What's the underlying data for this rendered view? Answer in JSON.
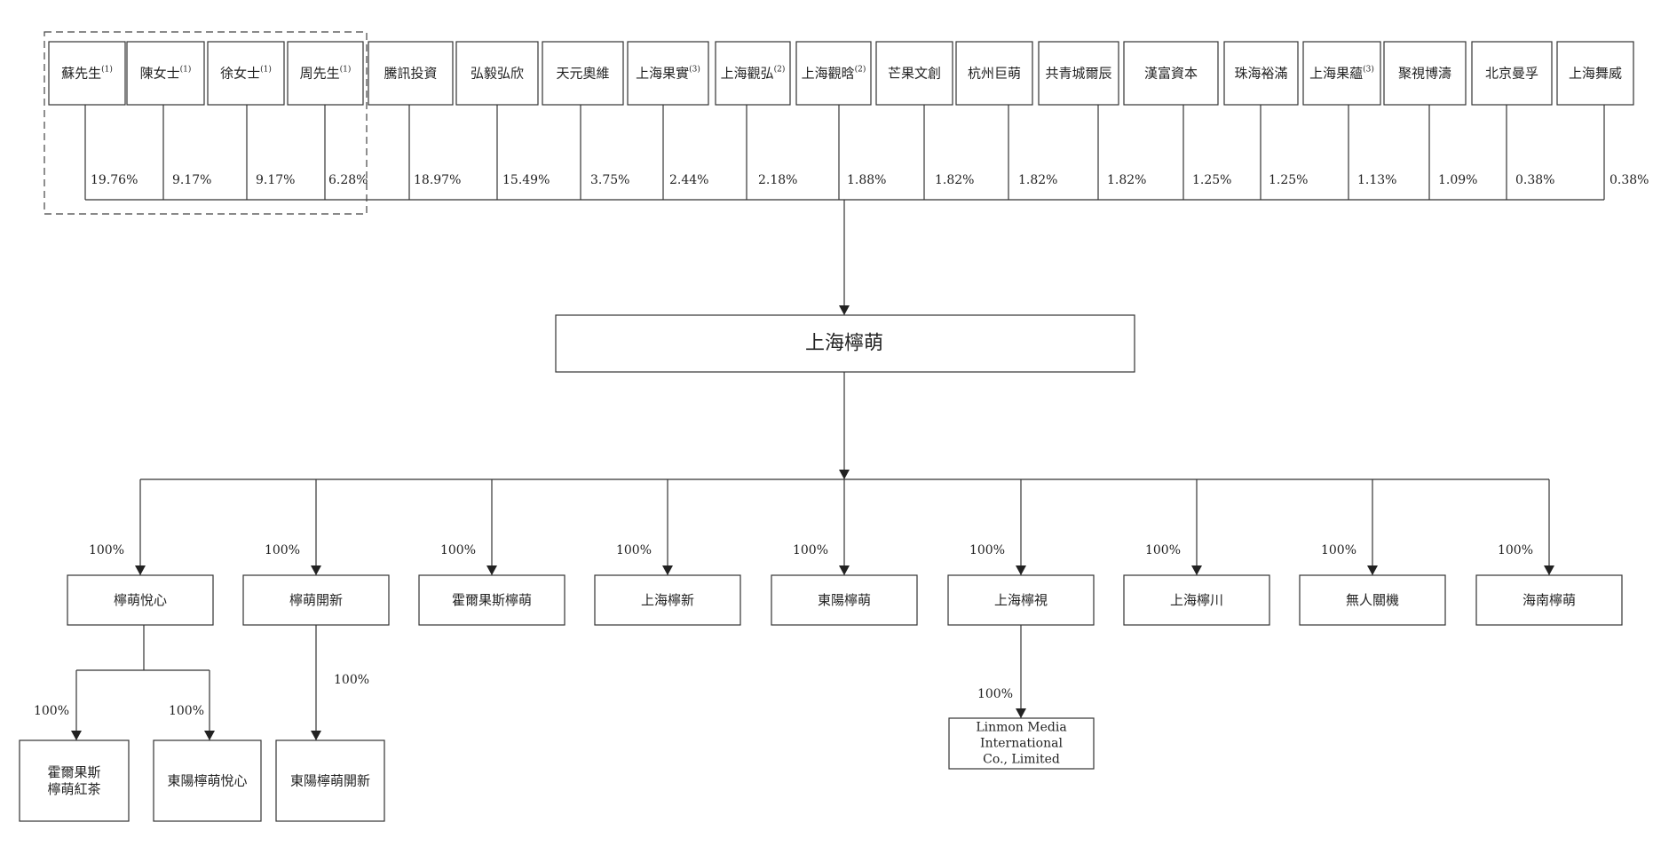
{
  "shareholders": [
    {
      "name": "蘇先生",
      "note": "(1)",
      "pct": "19.76%"
    },
    {
      "name": "陳女士",
      "note": "(1)",
      "pct": "9.17%"
    },
    {
      "name": "徐女士",
      "note": "(1)",
      "pct": "9.17%"
    },
    {
      "name": "周先生",
      "note": "(1)",
      "pct": "6.28%"
    },
    {
      "name": "騰訊投資",
      "note": "",
      "pct": "18.97%"
    },
    {
      "name": "弘毅弘欣",
      "note": "",
      "pct": "15.49%"
    },
    {
      "name": "天元奧維",
      "note": "",
      "pct": "3.75%"
    },
    {
      "name": "上海果實",
      "note": "(3)",
      "pct": "2.44%"
    },
    {
      "name": "上海觀弘",
      "note": "(2)",
      "pct": "2.18%"
    },
    {
      "name": "上海觀晗",
      "note": "(2)",
      "pct": "1.88%"
    },
    {
      "name": "芒果文創",
      "note": "",
      "pct": "1.82%"
    },
    {
      "name": "杭州巨萌",
      "note": "",
      "pct": "1.82%"
    },
    {
      "name": "共青城爾辰",
      "note": "",
      "pct": "1.82%"
    },
    {
      "name": "漢富資本",
      "note": "",
      "pct": "1.25%"
    },
    {
      "name": "珠海裕滿",
      "note": "",
      "pct": "1.25%"
    },
    {
      "name": "上海果蘊",
      "note": "(3)",
      "pct": "1.13%"
    },
    {
      "name": "聚視博濤",
      "note": "",
      "pct": "1.09%"
    },
    {
      "name": "北京曼孚",
      "note": "",
      "pct": "0.38%"
    },
    {
      "name": "上海舞威",
      "note": "",
      "pct": "0.38%"
    }
  ],
  "company": {
    "name": "上海檸萌"
  },
  "subsidiaries": [
    {
      "name": "檸萌悅心",
      "pct": "100%"
    },
    {
      "name": "檸萌開新",
      "pct": "100%"
    },
    {
      "name": "霍爾果斯檸萌",
      "pct": "100%"
    },
    {
      "name": "上海檸新",
      "pct": "100%"
    },
    {
      "name": "東陽檸萌",
      "pct": "100%"
    },
    {
      "name": "上海檸視",
      "pct": "100%"
    },
    {
      "name": "上海檸川",
      "pct": "100%"
    },
    {
      "name": "無人關機",
      "pct": "100%"
    },
    {
      "name": "海南檸萌",
      "pct": "100%"
    }
  ],
  "second_tier": [
    {
      "parent": 0,
      "lines": [
        "霍爾果斯",
        "檸萌紅茶"
      ],
      "pct": "100%"
    },
    {
      "parent": 0,
      "lines": [
        "東陽檸萌悅心"
      ],
      "pct": "100%"
    },
    {
      "parent": 1,
      "lines": [
        "東陽檸萌開新"
      ],
      "pct": "100%"
    },
    {
      "parent": 5,
      "lines": [
        "Linmon Media",
        "International",
        "Co., Limited"
      ],
      "pct": "100%"
    }
  ]
}
